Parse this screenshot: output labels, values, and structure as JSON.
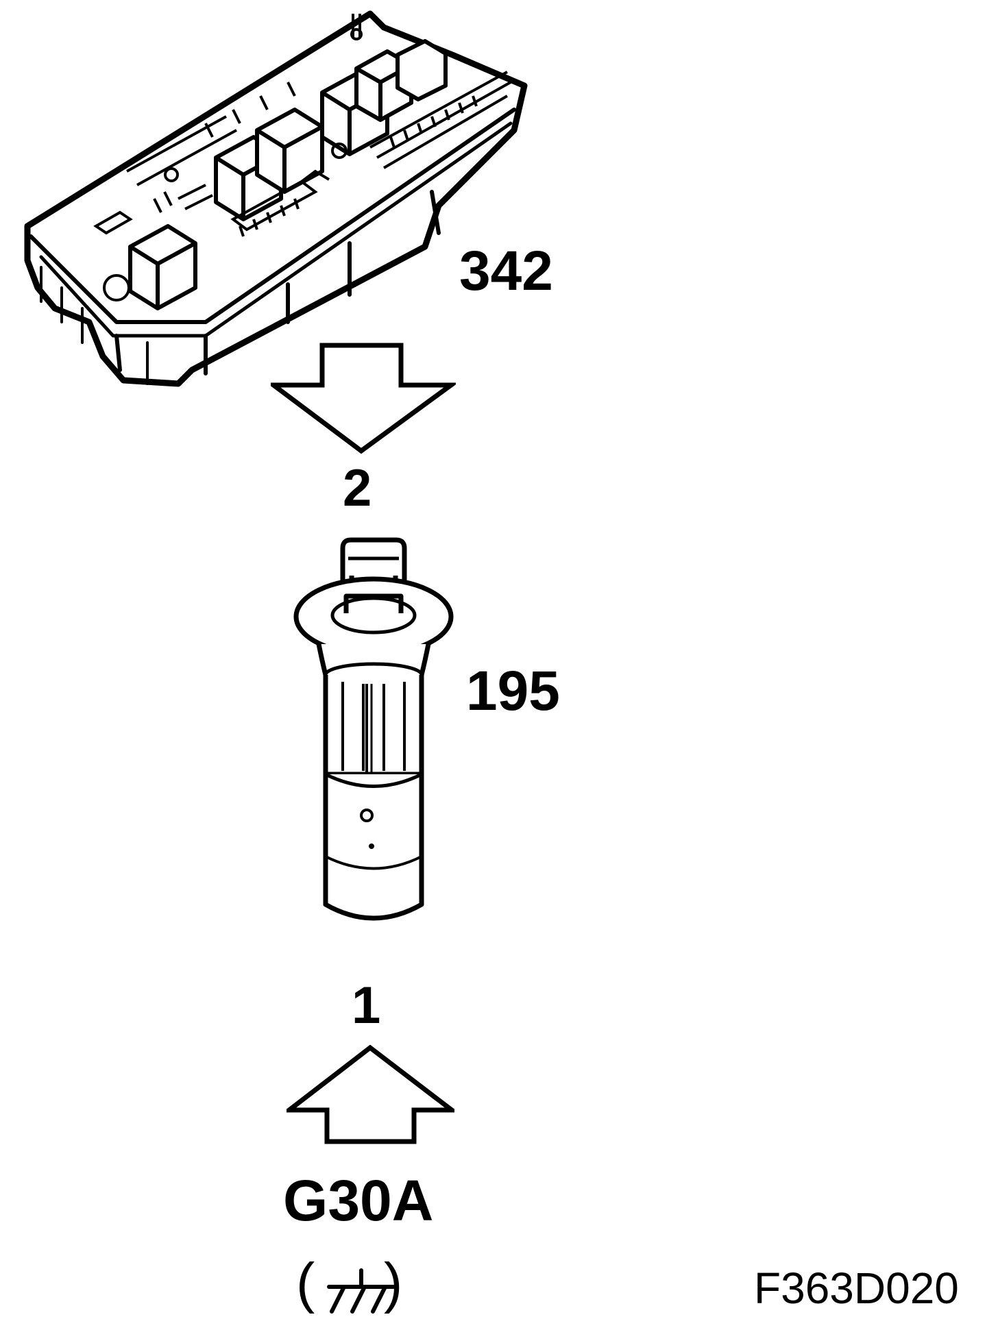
{
  "labels": {
    "fuse_box_id": "342",
    "pin_top": "2",
    "component_id": "195",
    "pin_bottom": "1",
    "ground_id": "G30A",
    "ground_paren_open": "(",
    "ground_paren_close": ")",
    "figure_ref": "F363D020"
  },
  "icons": {
    "fuse_box": "fuse-relay-box-illustration",
    "sensor": "sensor-component-illustration",
    "arrow_down": "hollow-arrow-down",
    "arrow_up": "hollow-arrow-up",
    "ground": "chassis-ground-symbol"
  },
  "colors": {
    "ink": "#000000",
    "paper": "#ffffff"
  }
}
